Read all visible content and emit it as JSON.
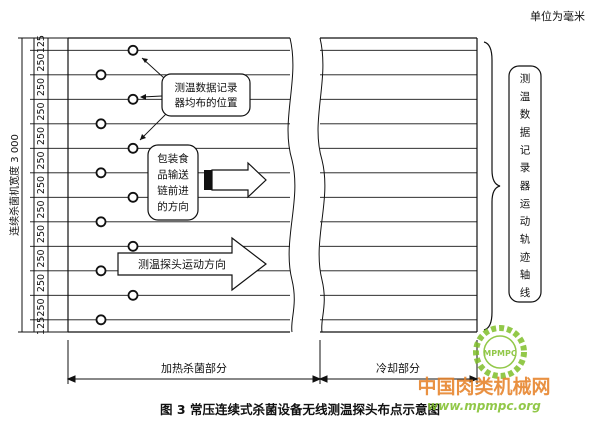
{
  "unit_label": "单位为毫米",
  "width_label": "连续杀菌机宽度 3 000",
  "spacing_labels": [
    "125",
    "250",
    "250",
    "250",
    "250",
    "250",
    "250",
    "250",
    "250",
    "250",
    "250",
    "250",
    "125"
  ],
  "callout_probe_position": [
    "测温数据记录",
    "器均布的位置"
  ],
  "callout_conveyor": [
    "包装食",
    "品输送",
    "链前进",
    "的方向"
  ],
  "probe_direction_label": "测温探头运动方向",
  "track_axis_label": [
    "测",
    "温",
    "数",
    "据",
    "记",
    "录",
    "器",
    "运",
    "动",
    "轨",
    "迹",
    "轴",
    "线"
  ],
  "section_heating": "加热杀菌部分",
  "section_cooling": "冷却部分",
  "caption": "图 3 常压连续式杀菌设备无线测温探头布点示意图",
  "watermark": {
    "brand": "中国肉类机械网",
    "url": "www.mpmpc.org",
    "logo_text": "MPMPC"
  },
  "colors": {
    "line": "#111111",
    "watermark_green": "#7fbf2a",
    "watermark_orange": "#e67e22"
  }
}
